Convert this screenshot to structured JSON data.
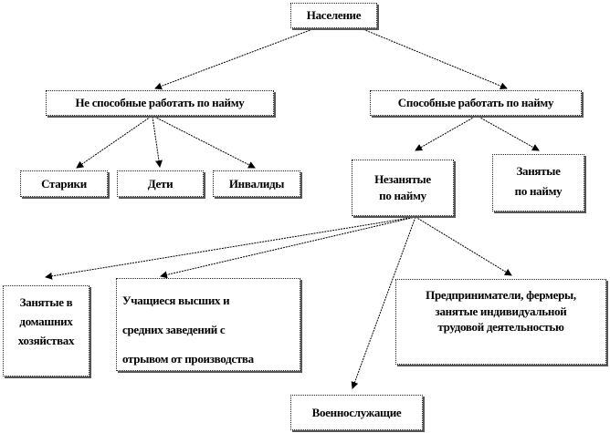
{
  "nodes": {
    "population": "Население",
    "unable": "Не способные работать по найму",
    "able": "Способные работать по найму",
    "elderly": "Старики",
    "children": "Дети",
    "disabled": "Инвалиды",
    "unemployed": [
      "Незанятые",
      "по найму"
    ],
    "employed": [
      "Занятые",
      "по найму"
    ],
    "household": [
      "Занятые в",
      "домашних",
      "хозяйствах"
    ],
    "students": [
      "Учащиеся высших и",
      "средних заведений с",
      "отрывом от производства"
    ],
    "entrepreneurs": [
      "Предприниматели, фермеры,",
      "занятые индивидуальной",
      "трудовой деятельностью"
    ],
    "military": "Военнослужащие"
  }
}
